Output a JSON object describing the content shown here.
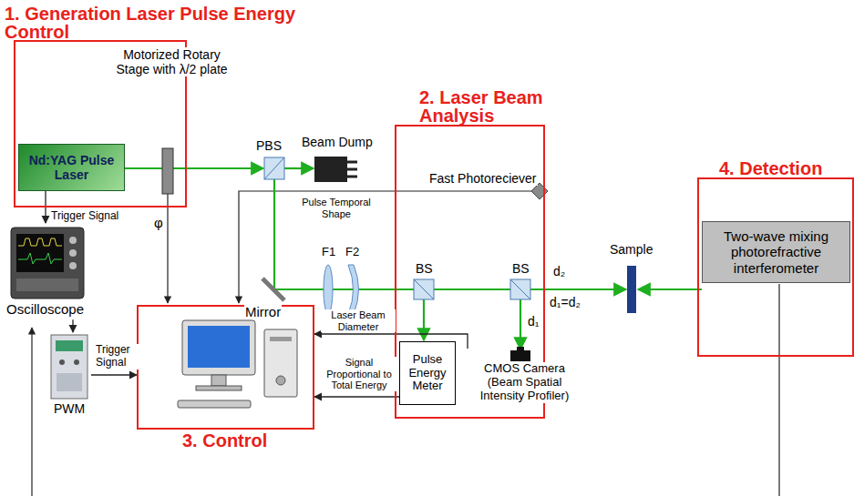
{
  "diagram": {
    "nodes": [
      {
        "text": [
          "1. Generation Laser Pulse Energy Control"
        ]
      },
      {
        "text": [
          "Nd:YAG Pulse Laser"
        ],
        "in": 0
      },
      {
        "text": [
          "Oscilloscope"
        ]
      },
      {
        "text": [
          "PWM"
        ]
      },
      {
        "text": [
          "3. Control"
        ]
      },
      {
        "text": [
          "2. Laser Beam Analysis"
        ]
      },
      {
        "text": [
          "Pulse Energy Meter"
        ],
        "in": 5
      },
      {
        "text": [
          "CMOS Camera (Beam Spatial Intensity Profiler)"
        ],
        "in": 5
      },
      {
        "text": [
          "4. Detection"
        ]
      },
      {
        "text": [
          "Two-wave mixing photorefractive interferometer"
        ],
        "in": 8
      }
    ],
    "edges": [
      {
        "from": 1,
        "to": 2,
        "label": "Trigger Signal",
        "arrow": "to"
      },
      {
        "from": 2,
        "to": 3,
        "arrow": "to"
      },
      {
        "from": 3,
        "to": 4,
        "label": "Trigger Signal",
        "arrow": "to"
      },
      {
        "from": 6,
        "to": 4,
        "label": "Signal Proportional to Total Energy",
        "arrow": "to"
      },
      {
        "from": 7,
        "to": 4,
        "label": "Laser Beam Diameter",
        "arrow": "to"
      }
    ],
    "labels": [
      "Motorized Rotary Stage with λ/2 plate",
      "PBS",
      "Beam Dump",
      "φ",
      "Fast Photoreciever",
      "Pulse Temporal Shape",
      "F1",
      "F2",
      "Mirror",
      "BS",
      "BS",
      "d₂",
      "d₁=d₂",
      "d₁",
      "Sample"
    ]
  }
}
